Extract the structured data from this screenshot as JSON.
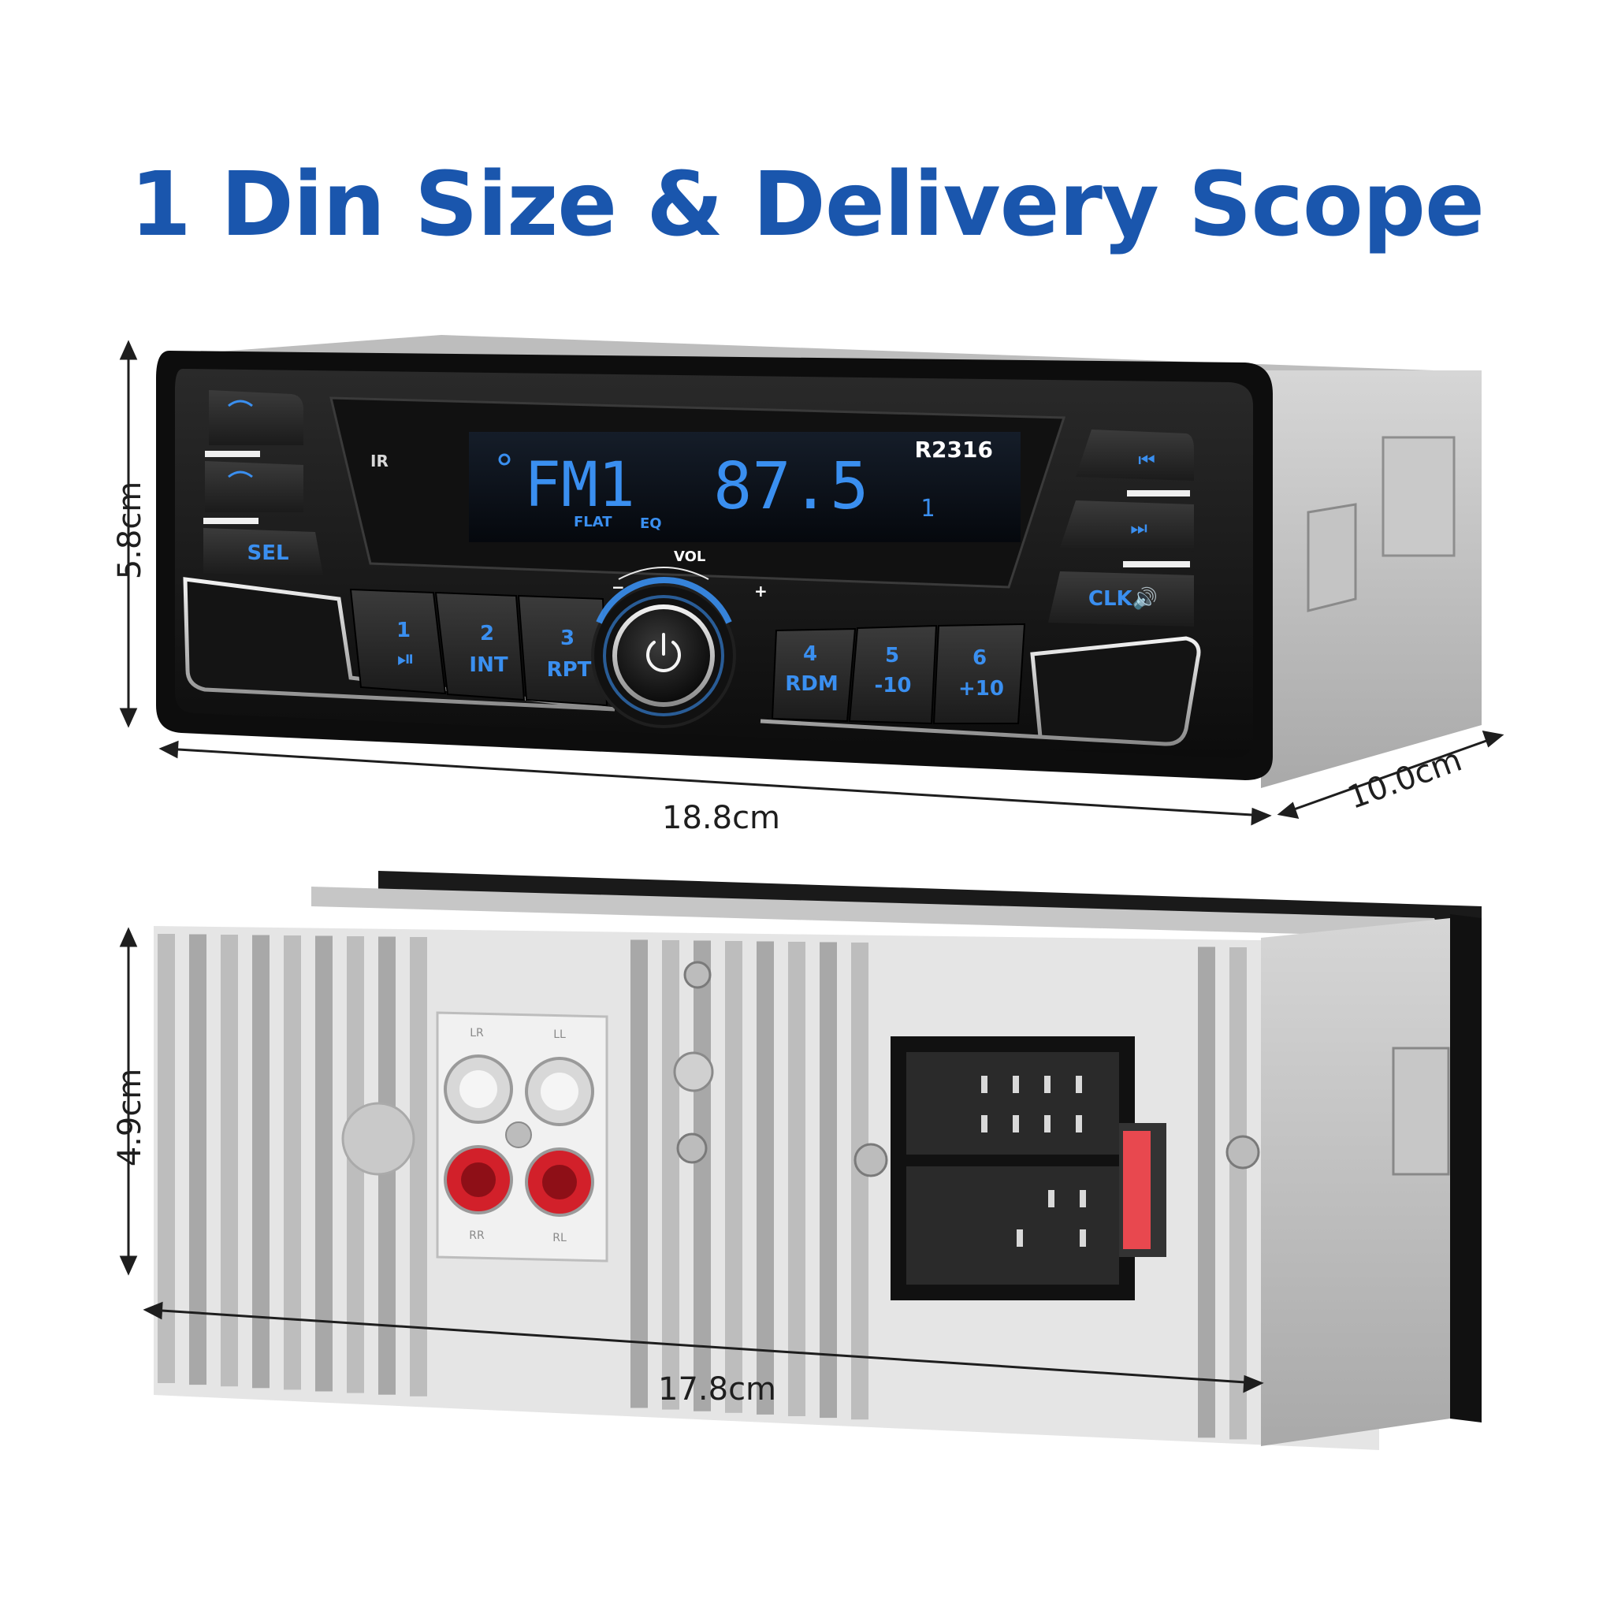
{
  "title": "1 Din Size & Delivery Scope",
  "colors": {
    "title": "#1a56ad",
    "lcd": "#3a8ff0",
    "button_text": "#3a8ff0",
    "rca_red": "#d2202a",
    "fuse": "#e8484f"
  },
  "front_unit": {
    "model": "R2316",
    "ir_label": "IR",
    "display_band": "FM1",
    "display_frequency": "87.5",
    "display_channel": "1",
    "eq_labels": [
      "FLAT",
      "EQ"
    ],
    "vol_label": "VOL",
    "vol_minus": "−",
    "vol_plus": "+",
    "left_buttons": [
      {
        "label": ""
      },
      {
        "label": ""
      },
      {
        "label": "SEL"
      }
    ],
    "right_buttons": [
      {
        "label": "⏮"
      },
      {
        "label": "⏭"
      },
      {
        "label": "CLK🔊"
      }
    ],
    "preset_buttons": [
      {
        "number": "1",
        "function": "⏯"
      },
      {
        "number": "2",
        "function": "INT"
      },
      {
        "number": "3",
        "function": "RPT"
      },
      {
        "number": "4",
        "function": "RDM"
      },
      {
        "number": "5",
        "function": "-10"
      },
      {
        "number": "6",
        "function": "+10"
      }
    ]
  },
  "rear_unit": {
    "rca_labels": [
      "LR",
      "LL",
      "RR",
      "RL"
    ]
  },
  "dimensions": {
    "front_height": "5.8cm",
    "front_width": "18.8cm",
    "depth": "10.0cm",
    "rear_height": "4.9cm",
    "rear_width": "17.8cm"
  }
}
